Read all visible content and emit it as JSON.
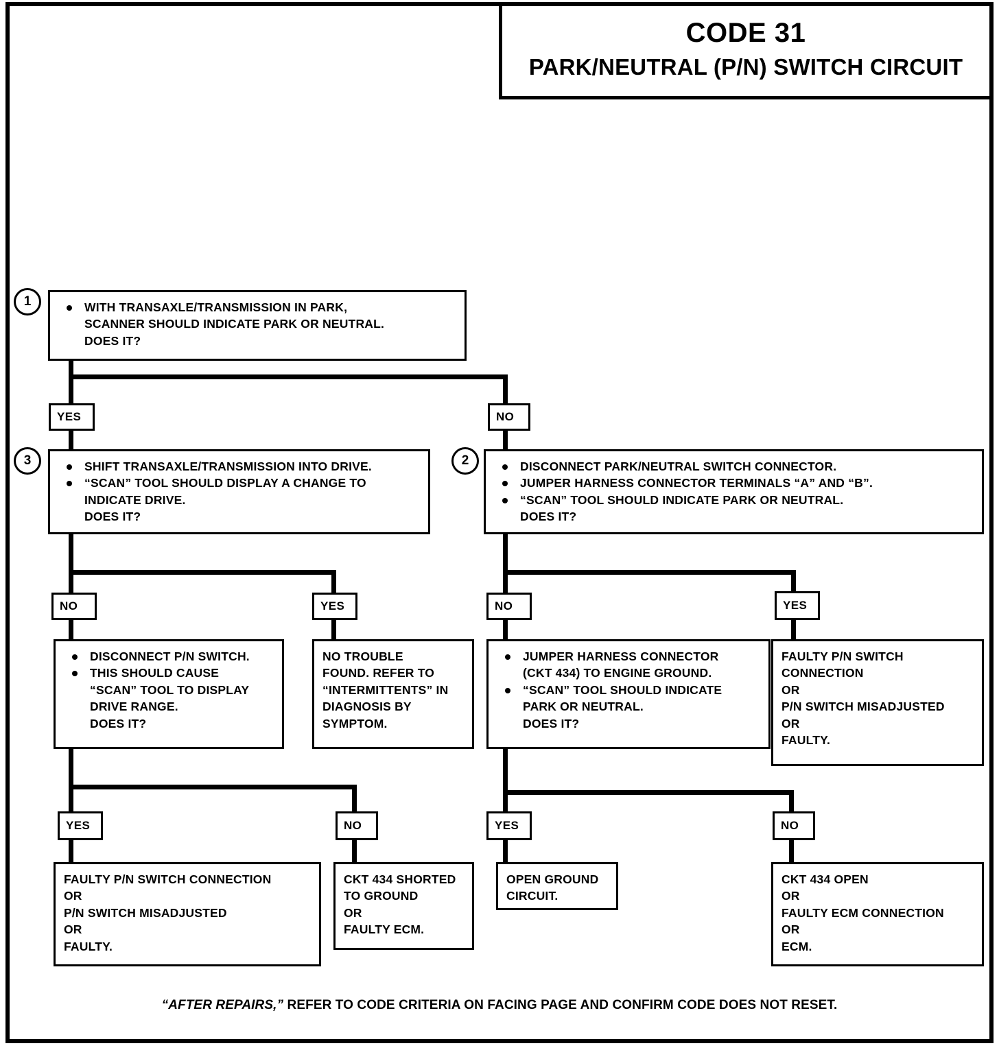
{
  "title": {
    "code": "CODE 31",
    "subtitle": "PARK/NEUTRAL (P/N) SWITCH CIRCUIT"
  },
  "steps": {
    "one": "1",
    "two": "2",
    "three": "3"
  },
  "boxes": {
    "step1": {
      "lines": [
        "WITH TRANSAXLE/TRANSMISSION IN PARK,",
        "SCANNER SHOULD INDICATE PARK OR NEUTRAL.",
        "DOES IT?"
      ]
    },
    "step3": {
      "lines": [
        "SHIFT TRANSAXLE/TRANSMISSION INTO DRIVE.",
        "“SCAN” TOOL SHOULD DISPLAY A CHANGE TO",
        "INDICATE DRIVE.",
        "DOES IT?"
      ]
    },
    "step2": {
      "lines": [
        "DISCONNECT PARK/NEUTRAL SWITCH CONNECTOR.",
        "JUMPER HARNESS CONNECTOR TERMINALS “A” AND “B”.",
        "“SCAN” TOOL SHOULD INDICATE PARK OR NEUTRAL.",
        "DOES IT?"
      ]
    },
    "disconnect_pn": {
      "lines": [
        "DISCONNECT P/N SWITCH.",
        "THIS SHOULD CAUSE",
        "“SCAN” TOOL TO DISPLAY",
        "DRIVE RANGE.",
        "DOES IT?"
      ]
    },
    "no_trouble": {
      "lines": [
        "NO TROUBLE",
        "FOUND.  REFER TO",
        "“INTERMITTENTS” IN",
        "DIAGNOSIS BY",
        "SYMPTOM."
      ]
    },
    "jumper_ground": {
      "lines": [
        "JUMPER HARNESS CONNECTOR",
        "(CKT 434) TO ENGINE GROUND.",
        "“SCAN” TOOL SHOULD INDICATE",
        "PARK OR NEUTRAL.",
        "DOES IT?"
      ]
    },
    "faulty_pn_right": {
      "lines": [
        "FAULTY P/N SWITCH",
        "CONNECTION",
        "OR",
        "P/N SWITCH MISADJUSTED",
        "OR",
        "FAULTY."
      ]
    },
    "faulty_pn_left": {
      "lines": [
        "FAULTY P/N SWITCH CONNECTION",
        "OR",
        "P/N SWITCH MISADJUSTED",
        "OR",
        "FAULTY."
      ]
    },
    "ckt434_shorted": {
      "lines": [
        "CKT 434 SHORTED",
        "TO GROUND",
        "OR",
        "FAULTY ECM."
      ]
    },
    "open_ground": {
      "lines": [
        "OPEN GROUND",
        "CIRCUIT."
      ]
    },
    "ckt434_open": {
      "lines": [
        "CKT 434 OPEN",
        "OR",
        "FAULTY ECM CONNECTION",
        "OR",
        "ECM."
      ]
    }
  },
  "branch_labels": {
    "r1_yes": "YES",
    "r1_no": "NO",
    "r2_left_no": "NO",
    "r2_left_yes": "YES",
    "r2_right_no": "NO",
    "r2_right_yes": "YES",
    "r3_left_yes": "YES",
    "r3_left_no": "NO",
    "r3_right_yes": "YES",
    "r3_right_no": "NO"
  },
  "footer": {
    "emphasis": "“AFTER REPAIRS,”",
    "rest": " REFER TO CODE CRITERIA ON FACING PAGE AND CONFIRM CODE DOES NOT RESET."
  }
}
